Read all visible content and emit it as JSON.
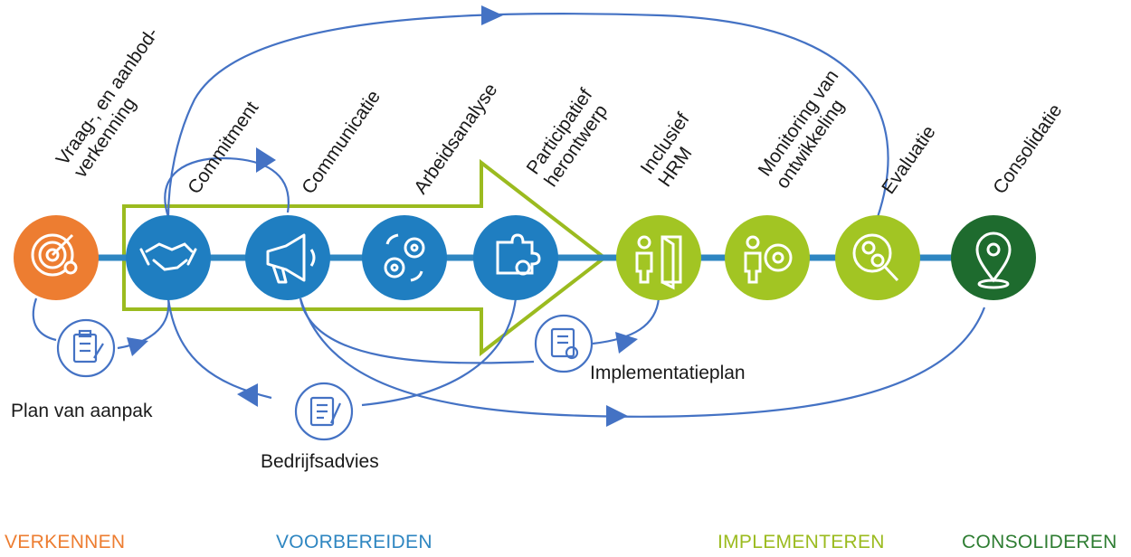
{
  "steps": [
    {
      "label_lines": [
        "Vraag-, en aanbod-",
        "verkenning"
      ],
      "icon": "target-person-icon",
      "phase": "verkennen"
    },
    {
      "label_lines": [
        "Commitment"
      ],
      "icon": "handshake-icon",
      "phase": "voorbereiden"
    },
    {
      "label_lines": [
        "Communicatie"
      ],
      "icon": "megaphone-icon",
      "phase": "voorbereiden"
    },
    {
      "label_lines": [
        "Arbeidsanalyse"
      ],
      "icon": "gears-cycle-icon",
      "phase": "voorbereiden"
    },
    {
      "label_lines": [
        "Participatief",
        "herontwerp"
      ],
      "icon": "puzzle-gear-icon",
      "phase": "voorbereiden"
    },
    {
      "label_lines": [
        "Inclusief",
        "HRM"
      ],
      "icon": "person-door-icon",
      "phase": "implementeren"
    },
    {
      "label_lines": [
        "Monitoring van",
        "ontwikkeling"
      ],
      "icon": "person-gear-icon",
      "phase": "implementeren"
    },
    {
      "label_lines": [
        "Evaluatie"
      ],
      "icon": "magnifier-person-icon",
      "phase": "implementeren"
    },
    {
      "label_lines": [
        "Consolidatie"
      ],
      "icon": "location-pin-gear-icon",
      "phase": "consolideren"
    }
  ],
  "documents": [
    {
      "label": "Plan van aanpak",
      "icon": "clipboard-checklist-icon"
    },
    {
      "label": "Bedrijfsadvies",
      "icon": "notepad-pen-icon"
    },
    {
      "label": "Implementatieplan",
      "icon": "notepad-gear-icon"
    }
  ],
  "phases": [
    {
      "id": "verkennen",
      "label": "VERKENNEN",
      "color": "#ed7d31"
    },
    {
      "id": "voorbereiden",
      "label": "VOORBEREIDEN",
      "color": "#2e86c1"
    },
    {
      "id": "implementeren",
      "label": "IMPLEMENTEREN",
      "color": "#9bbb1f"
    },
    {
      "id": "consolideren",
      "label": "CONSOLIDEREN",
      "color": "#2e7d32"
    }
  ],
  "colors": {
    "flow_arrow": "#4472c4",
    "timeline_bar": "#2e86c1",
    "big_arrow_outline": "#9bbb1f",
    "circle_verkennen": "#ed7d31",
    "circle_voorbereiden": "#1f7ec1",
    "circle_implementeren": "#a2c523",
    "circle_consolideren": "#1e6b2e"
  }
}
